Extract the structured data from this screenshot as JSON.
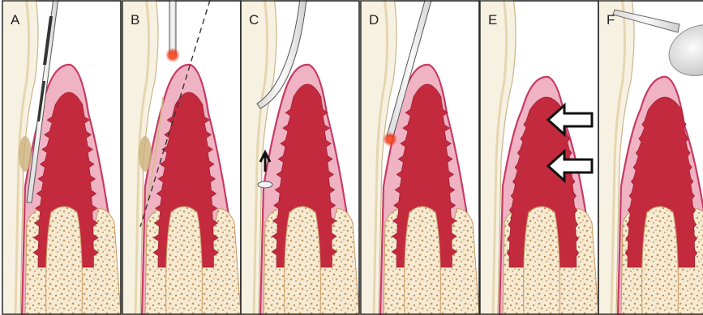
{
  "figure": {
    "panels": [
      {
        "label": "A"
      },
      {
        "label": "B"
      },
      {
        "label": "C"
      },
      {
        "label": "D"
      },
      {
        "label": "E"
      },
      {
        "label": "F"
      }
    ]
  },
  "colors": {
    "gingiva": "#efb3c4",
    "gingiva_edge": "#c83a62",
    "connective_tissue": "#c42a3e",
    "bone": "#f6ead2",
    "bone_marrow": "#c79a62",
    "tooth": "#f7f1e2",
    "laser_spot": "#ee3a1e",
    "instrument": "#f2f2f2"
  },
  "icons": [
    "periodontal-probe-icon",
    "laser-fiber-icon",
    "curette-icon",
    "handpiece-icon",
    "arrow-up-icon",
    "outline-arrow-left-icon"
  ]
}
